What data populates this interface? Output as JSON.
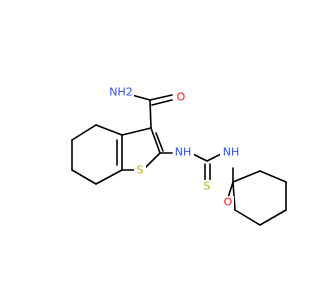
{
  "colors": {
    "background": "#ffffff",
    "bond": "#000000",
    "carbon": "#000000",
    "nitrogen": "#3050f8",
    "oxygen": "#ff0d0d",
    "sulfur": "#b2b200"
  },
  "atoms": [
    {
      "id": "amide-nh2",
      "text": "NH2",
      "element": "N"
    },
    {
      "id": "amide-oxygen",
      "text": "O",
      "element": "O"
    },
    {
      "id": "thioamide-nh",
      "text": "NH",
      "element": "N"
    },
    {
      "id": "thiophene-sulfur",
      "text": "S",
      "element": "S"
    },
    {
      "id": "acyl-nh",
      "text": "NH",
      "element": "N"
    },
    {
      "id": "thione-sulfur",
      "text": "S",
      "element": "S"
    },
    {
      "id": "benzoyl-oxygen",
      "text": "O",
      "element": "O"
    }
  ]
}
